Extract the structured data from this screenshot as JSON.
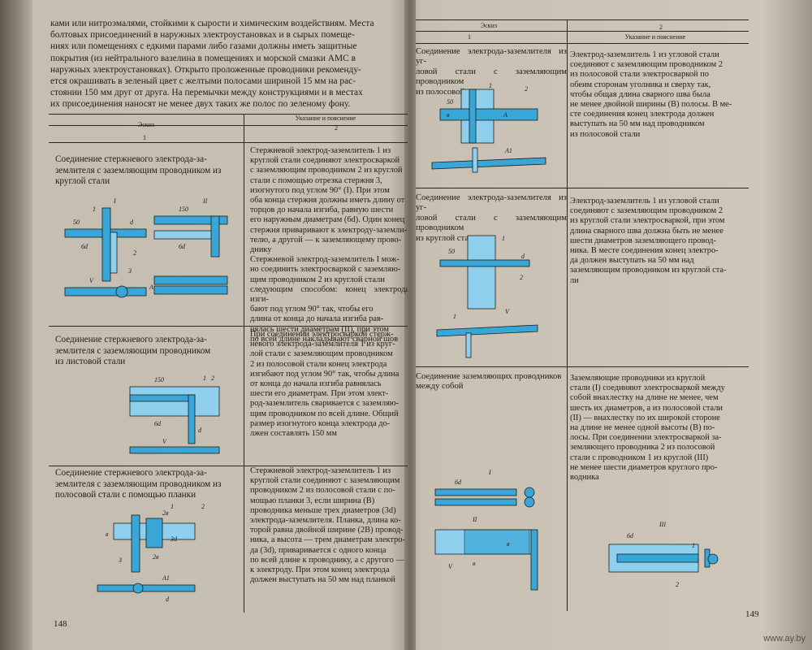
{
  "left_page": {
    "intro_lines": [
      "ками или нитроэмалями, стойкими к сырости и химическим воздействиям. Места",
      "болтовых присоединений в наружных электроустановках и в сырых помеще-",
      "ниях или помещениях с едкими парами либо газами должны иметь защитные",
      "покрытия (из нейтрального вазелина в помещениях и морской смазки АМС в",
      "наружных электроустановках). Открыто проложенные проводники рекоменду-",
      "ется окрашивать в зеленый цвет с желтыми полосами шириной 15 мм на рас-",
      "стоянии 150 мм друг от друга. На перемычки между конструкциями и в местах",
      "их присоединения наносят не менее двух таких же полос по зеленому фону."
    ],
    "table_header": {
      "col1": "Эскиз",
      "col2": "Указание и пояснение",
      "num1": "1",
      "num2": "2"
    },
    "rows": [
      {
        "caption": "Соединение стержневого электрода-за-\nземлителя с заземляющим проводником из\nкруглой стали",
        "text": "Стержневой электрод-заземлитель 1 из\nкруглой стали соединяют электросваркой\nс заземляющим проводником 2 из круглой\nстали с помощью отрезка стержня 3,\nизогнутого под углом 90° (I). При этом\nоба конца стержня должны иметь длину от\nторцов до начала изгиба, равную шести\nего наружным диаметрам (6d). Один конец\nстержня приваривают к электроду-заземли-\nтелю, а другой — к заземляющему прово-\nднику\n    Стержневой электрод-заземлитель I мож-\nно соединить электросваркой с заземляю-\nщим проводником 2 из круглой стали\nследующим способом: конец электрода изги-\nбают под углом 90° так, чтобы его\nдлина от конца до начала изгиба рав-\nнялась шести диаметрам (II), при этом\nпо всей длине накладывают сварной шов"
      },
      {
        "caption": "Соединение стержневого электрода-за-\nземлителя с заземляющим проводником\nиз листовой стали",
        "text": "При соединении электросваркой стерж-\nневого электрода-заземлителя 1 из круг-\nлой стали с заземляющим проводником\n2 из полосовой стали конец электрода\nизгибают под углом 90° так, чтобы длина\nот конца до начала изгиба равнялась\nшести его диаметрам. При этом элект-\nрод-заземлитель сваривается с заземляю-\nщим проводником по всей длине. Общий\nразмер изогнутого конца электрода до-\nлжен составлять 150 мм"
      },
      {
        "caption": "Соединение стержневого электрода-за-\nземлителя с заземляющим проводником из\nполосовой стали с помощью планки",
        "text": "Стержневой электрод-заземлитель 1 из\nкруглой стали соединяют с заземляющим\nпроводником 2 из полосовой стали с по-\nмощью планки 3, если ширина (В)\nпроводника меньше трех диаметров (3d)\nэлектрода-заземлителя. Планка, длина ко-\nторой равна двойной ширине (2В) провод-\nника, а высота — трем диаметрам электро-\nда (3d), приваривается с одного конца\nпо всей длине к проводнику, а с другого —\nк электроду. При этом конец электрода\nдолжен выступать на 50 мм над планкой"
      }
    ],
    "page_number": "148"
  },
  "right_page": {
    "table_header": {
      "col1": "Эскиз",
      "col2": "Указание и пояснение",
      "num1": "1",
      "num2": "2"
    },
    "rows": [
      {
        "caption": "Соединение электрода-заземлителя из уг-\nловой стали с заземляющим проводником\nиз полосовой стали",
        "text": "Электрод-заземлитель 1 из угловой стали\nсоединяют с заземляющим проводником 2\nиз полосовой стали электросваркой по\nобеим сторонам уголника и сверху так,\nчтобы общая длина сварного шва была\nне менее двойной ширины (В) полосы. В ме-\nсте соединения конец электрода должен\nвыступать на 50 мм над проводником\nиз полосовой стали"
      },
      {
        "caption": "Соединение электрода-заземлителя из уг-\nловой стали с заземляющим проводником\nиз круглой стали",
        "text": "Электрод-заземлитель 1 из угловой стали\nсоединяют с заземляющим проводником 2\nиз круглой стали электросваркой, при этом\nдлина сварного шва должна быть не менее\nшести диаметров заземляющего провод-\nника. В месте соединения конец электро-\nда должен выступать на 50 мм над\nзаземляющим проводником из круглой ста-\nли"
      },
      {
        "caption": "Соединение заземляющих проводников\nмежду собой",
        "text": "Заземляющие проводники из круглой\nстали (I) соединяют электросваркой между\nсобой внахлестку на длине не менее, чем\nшесть их диаметров, а из полосовой стали\n(II) — внахлестку по их широкой стороне\nна длине не менее одной высоты (В) по-\nлосы. При соединении электросваркой за-\nземляющего проводника 2 из полосовой\nстали с проводником 1 из круглой (III)\nне менее шести диаметров круглого про-\nводника"
      }
    ],
    "page_number": "149"
  },
  "figure_labels": {
    "one": "1",
    "two": "2",
    "three": "3",
    "d": "d",
    "six_d": "6d",
    "fifty": "50",
    "one_fifty": "150",
    "b": "в",
    "two_b": "2в",
    "three_d": "3d",
    "roman1": "I",
    "roman2": "II",
    "roman3": "III",
    "v": "V",
    "a_label": "А",
    "a1_label": "А1"
  },
  "watermark": "www.ay.by",
  "colors": {
    "steel_blue": "#39a6d8",
    "steel_blue_light": "#8fd0ef",
    "ink": "#1f1c18",
    "paper": "#cbc4b6"
  }
}
